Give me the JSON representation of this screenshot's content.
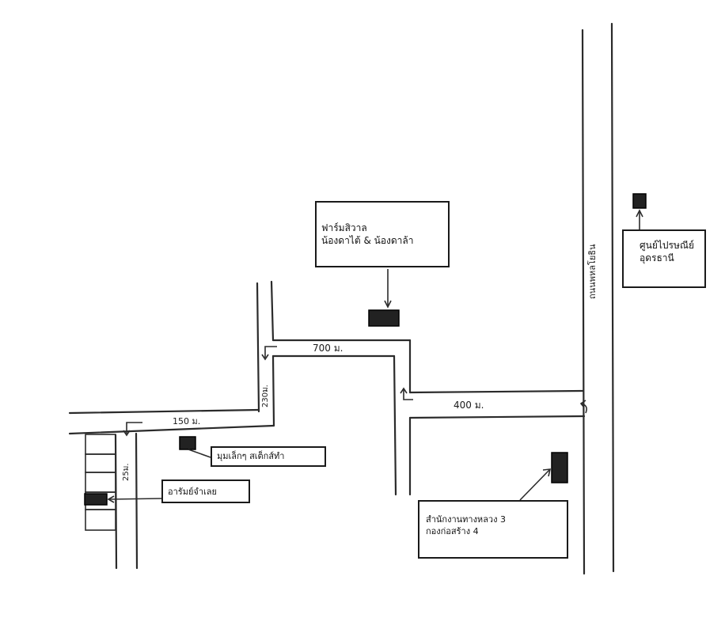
{
  "roads": {
    "main_road": "ถนนพหลโยธิน",
    "dist_700": "700 ม.",
    "dist_400": "400 ม.",
    "dist_150": "150 ม.",
    "dist_230": "230ม.",
    "dist_25": "25ม."
  },
  "places": {
    "farm_line1": "ฟาร์มสิวาล",
    "farm_line2": "น้องดาไต้ & น้องดาล้า",
    "post_line1": "ศูนย์ไปรษณีย์",
    "post_line2": "อุดรธานี",
    "mosque": "มุมเล็กๆ สเต็กส์ทำ",
    "bridge_office": "อารัมย์จำเลย",
    "highway_line1": "สำนักงานทางหลวง 3",
    "highway_line2": "กองก่อสร้าง 4"
  }
}
